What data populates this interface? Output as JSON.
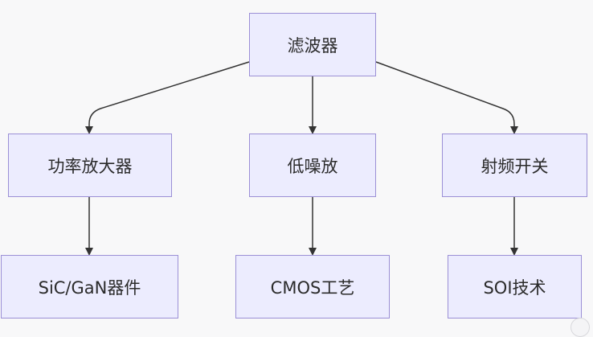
{
  "diagram": {
    "root": {
      "label": "滤波器"
    },
    "level2": [
      {
        "label": "功率放大器"
      },
      {
        "label": "低噪放"
      },
      {
        "label": "射频开关"
      }
    ],
    "level3": [
      {
        "label": "SiC/GaN器件"
      },
      {
        "label": "CMOS工艺"
      },
      {
        "label": "SOI技术"
      }
    ],
    "edges": [
      {
        "from": "滤波器",
        "to": "功率放大器"
      },
      {
        "from": "滤波器",
        "to": "低噪放"
      },
      {
        "from": "滤波器",
        "to": "射频开关"
      },
      {
        "from": "功率放大器",
        "to": "SiC/GaN器件"
      },
      {
        "from": "低噪放",
        "to": "CMOS工艺"
      },
      {
        "from": "射频开关",
        "to": "SOI技术"
      }
    ],
    "colors": {
      "node_fill": "#ececfe",
      "node_border": "#9b8fd6",
      "edge": "#333333",
      "background": "#f8f8f9"
    }
  }
}
